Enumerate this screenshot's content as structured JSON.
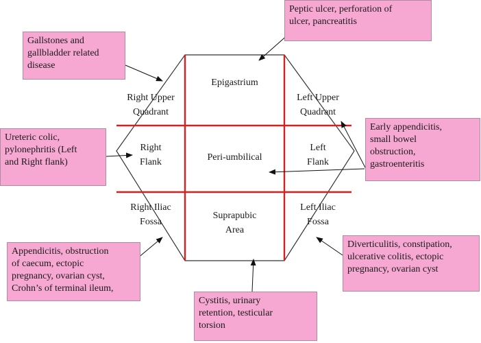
{
  "regions": {
    "right_upper": [
      "Right Upper",
      "Quadrant"
    ],
    "epigastrium": [
      "Epigastrium"
    ],
    "left_upper": [
      "Left Upper",
      "Quadrant"
    ],
    "right_flank": [
      "Right",
      "Flank"
    ],
    "periumbilical": [
      "Peri-umbilical"
    ],
    "left_flank": [
      "Left",
      "Flank"
    ],
    "right_iliac": [
      "Right Iliac",
      "Fossa"
    ],
    "suprapubic": [
      "Suprapubic",
      "Area"
    ],
    "left_iliac": [
      "Left Iliac",
      "Fossa"
    ]
  },
  "notes": {
    "gallstones": [
      "Gallstones and",
      "gallbladder related",
      "disease"
    ],
    "peptic": [
      "Peptic ulcer, perforation of",
      "ulcer, pancreatitis"
    ],
    "ureteric": [
      "Ureteric colic,",
      "pylonephritis (Left",
      "and Right flank)"
    ],
    "appendicitis_early": [
      "Early appendicitis,",
      "small bowel",
      "obstruction,",
      "gastroenteritis"
    ],
    "appendicitis": [
      "Appendicitis, obstruction",
      "of caecum, ectopic",
      "pregnancy, ovarian cyst,",
      "Crohn’s of terminal ileum,"
    ],
    "diverticulitis": [
      "Diverticulitis, constipation,",
      "ulcerative colitis, ectopic",
      "pregnancy, ovarian cyst"
    ],
    "cystitis": [
      "Cystitis, urinary",
      "retention, testicular",
      "torsion"
    ]
  },
  "colors": {
    "grid": "#d42020",
    "outline": "#333333",
    "note_fill": "#f7a8d2"
  }
}
